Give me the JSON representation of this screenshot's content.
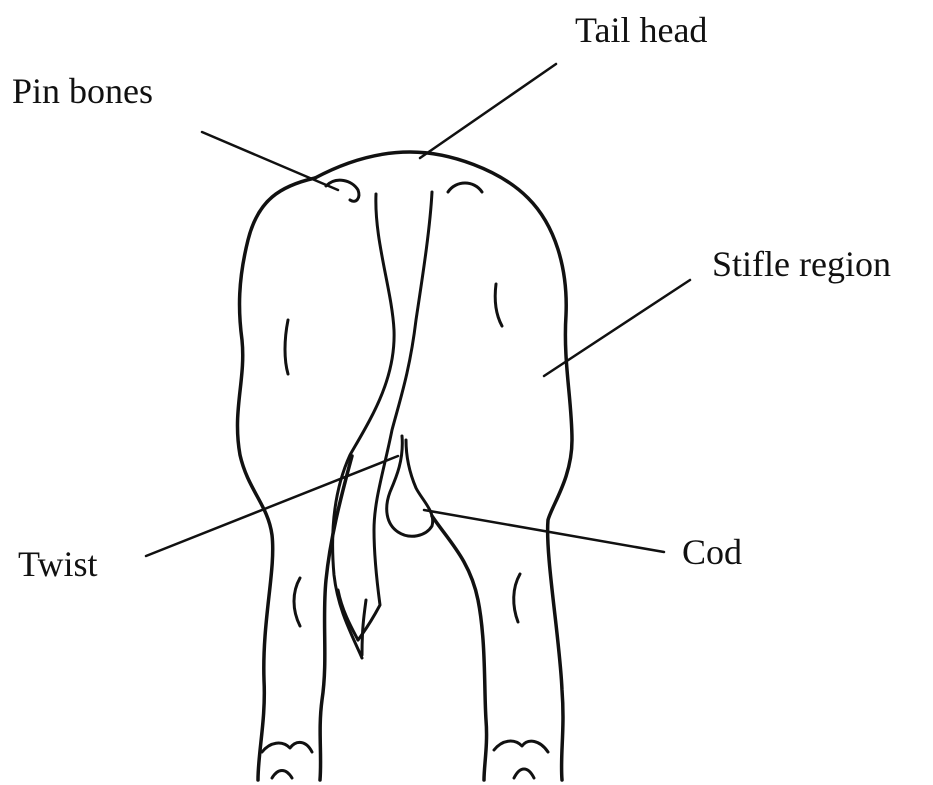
{
  "labels": {
    "tail_head": "Tail head",
    "pin_bones": "Pin bones",
    "stifle_region": "Stifle region",
    "twist": "Twist",
    "cod": "Cod"
  },
  "colors": {
    "ink": "#111111",
    "background": "#ffffff"
  }
}
